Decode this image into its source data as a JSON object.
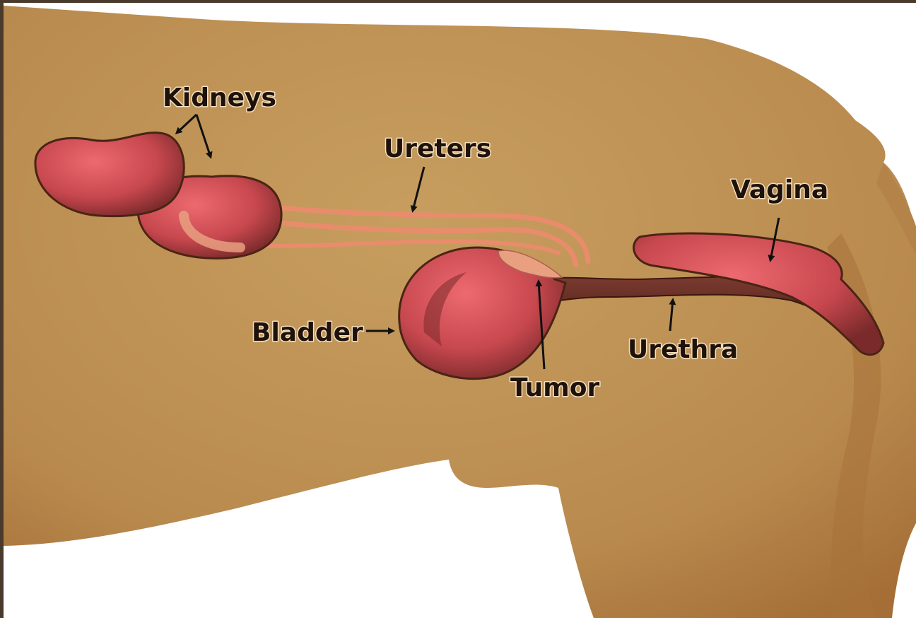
{
  "labels": {
    "kidneys": "Kidneys",
    "ureters": "Ureters",
    "vagina": "Vagina",
    "bladder": "Bladder",
    "urethra": "Urethra",
    "tumor": "Tumor"
  },
  "colors": {
    "fur": "#b98a4e",
    "fur_dark": "#a8723a",
    "fur_light": "#c79e5f",
    "organ": "#c8484f",
    "organ_light": "#e9646a",
    "organ_dark": "#7a2a2a",
    "ureter": "#e98c6c",
    "tumor": "#e8a080",
    "outline": "#4a2414"
  }
}
